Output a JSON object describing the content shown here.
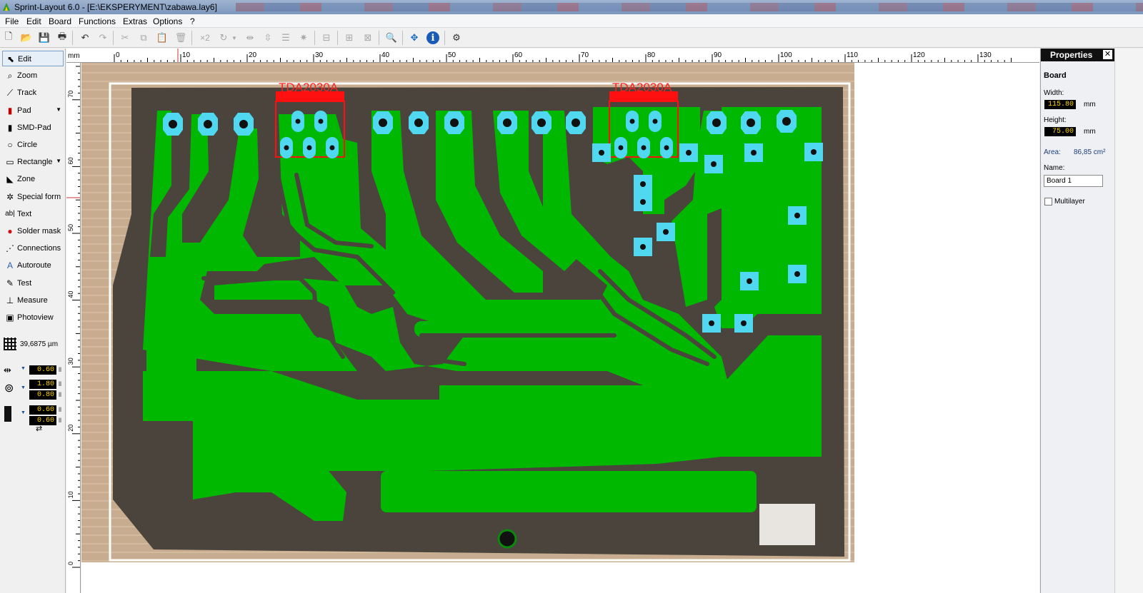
{
  "window": {
    "title": "Sprint-Layout 6.0 - [E:\\EKSPERYMENT\\zabawa.lay6]"
  },
  "menu": [
    "File",
    "Edit",
    "Board",
    "Functions",
    "Extras",
    "Options",
    "?"
  ],
  "toolbar": {
    "x2_label": "×2"
  },
  "tools": [
    {
      "name": "edit",
      "label": "Edit",
      "icon": "cursor-icon",
      "active": true
    },
    {
      "name": "zoom",
      "label": "Zoom",
      "icon": "magnifier-icon"
    },
    {
      "name": "track",
      "label": "Track",
      "icon": "track-icon"
    },
    {
      "name": "pad",
      "label": "Pad",
      "icon": "pad-icon",
      "dropdown": true
    },
    {
      "name": "smd-pad",
      "label": "SMD-Pad",
      "icon": "smd-pad-icon"
    },
    {
      "name": "circle",
      "label": "Circle",
      "icon": "circle-icon"
    },
    {
      "name": "rectangle",
      "label": "Rectangle",
      "icon": "rectangle-icon",
      "dropdown": true
    },
    {
      "name": "zone",
      "label": "Zone",
      "icon": "zone-icon"
    },
    {
      "name": "special-form",
      "label": "Special form",
      "icon": "special-form-icon"
    },
    {
      "name": "text",
      "label": "Text",
      "icon": "text-icon"
    },
    {
      "name": "solder-mask",
      "label": "Solder mask",
      "icon": "solder-mask-icon"
    },
    {
      "name": "connections",
      "label": "Connections",
      "icon": "connections-icon"
    },
    {
      "name": "autoroute",
      "label": "Autoroute",
      "icon": "autoroute-icon"
    },
    {
      "name": "test",
      "label": "Test",
      "icon": "test-icon"
    },
    {
      "name": "measure",
      "label": "Measure",
      "icon": "measure-icon"
    },
    {
      "name": "photoview",
      "label": "Photoview",
      "icon": "photoview-icon"
    }
  ],
  "grid": {
    "value": "39,6875 µm",
    "icon": "grid-icon"
  },
  "track_width": {
    "value": "0.60",
    "unit": "ll"
  },
  "pad_size": {
    "outer": "1.80",
    "inner": "0.80",
    "unit": "ll"
  },
  "spacing": {
    "a": "0.60",
    "b": "0.60",
    "unit": "ll"
  },
  "ruler": {
    "unit": "mm",
    "top_ticks": [
      "0",
      "10",
      "20",
      "30",
      "40",
      "50",
      "60",
      "70",
      "80",
      "90",
      "100",
      "110",
      "120",
      "130"
    ],
    "left_ticks": [
      "70",
      "60",
      "50",
      "40",
      "30",
      "20",
      "10",
      "0"
    ]
  },
  "board": {
    "chip_labels": [
      "TDA2030A",
      "TDA2030A"
    ]
  },
  "properties": {
    "title": "Properties",
    "section": "Board",
    "width_label": "Width:",
    "width_value": "115.80",
    "height_label": "Height:",
    "height_value": "75.00",
    "unit": "mm",
    "area_label": "Area:",
    "area_value": "86,85 cm²",
    "name_label": "Name:",
    "name_value": "Board 1",
    "multilayer_label": "Multilayer",
    "multilayer_checked": false
  },
  "colors": {
    "copper": "#00b800",
    "pad": "#4fd8f0",
    "component": "#e00000",
    "board_bg": "#4a443c"
  }
}
